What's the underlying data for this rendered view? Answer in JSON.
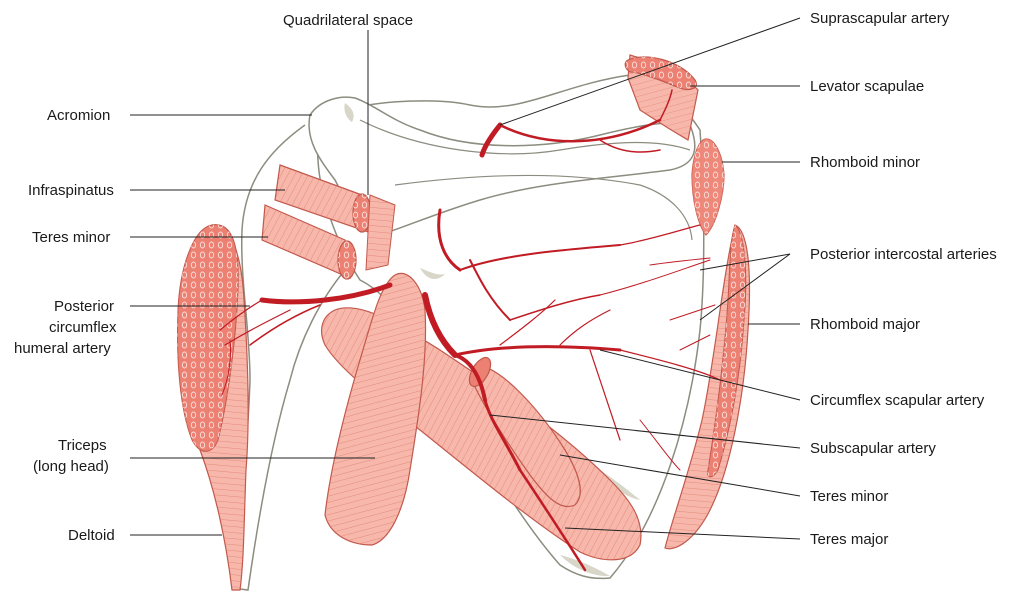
{
  "labels": {
    "quadrilateral_space": "Quadrilateral space",
    "suprascapular_artery": "Suprascapular artery",
    "levator_scapulae": "Levator scapulae",
    "acromion": "Acromion",
    "rhomboid_minor": "Rhomboid minor",
    "infraspinatus": "Infraspinatus",
    "teres_minor_left": "Teres minor",
    "posterior_intercostal_arteries": "Posterior intercostal arteries",
    "posterior_circumflex_line1": "Posterior",
    "posterior_circumflex_line2": "circumflex",
    "posterior_circumflex_line3": "humeral artery",
    "rhomboid_major": "Rhomboid major",
    "circumflex_scapular_artery": "Circumflex scapular artery",
    "triceps_line1": "Triceps",
    "triceps_line2": "(long head)",
    "subscapular_artery": "Subscapular artery",
    "teres_minor_right": "Teres minor",
    "deltoid": "Deltoid",
    "teres_major": "Teres major"
  },
  "colors": {
    "muscle_fill": "#f7b7aa",
    "muscle_cut": "#ec8073",
    "muscle_stroke": "#c2584c",
    "artery": "#c11b24",
    "bone_outline": "#8c8c80",
    "bone_shadow": "#d8d6c8"
  }
}
